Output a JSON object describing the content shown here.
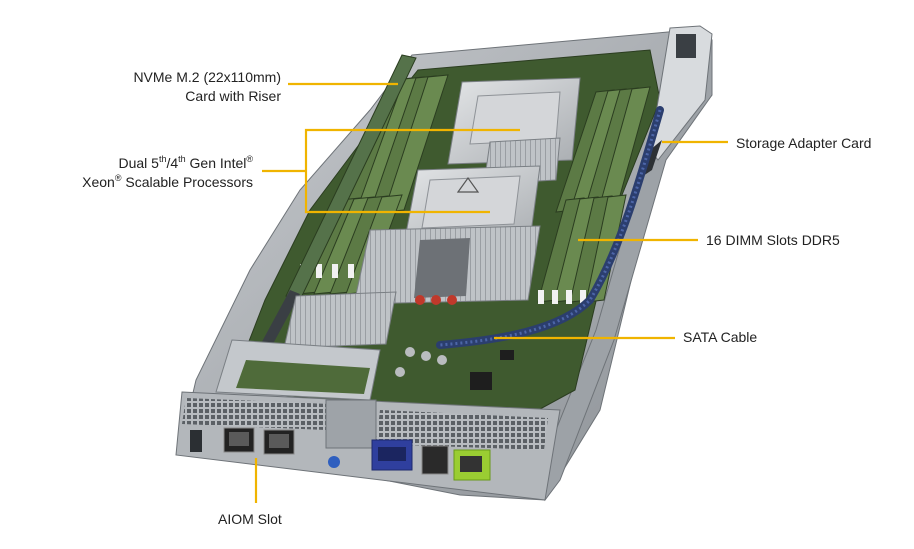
{
  "figure": {
    "labels": {
      "nvme_line1": "NVMe M.2 (22x110mm)",
      "nvme_line2": "Card with Riser",
      "cpu_line1_a": "Dual 5",
      "cpu_line1_sup1": "th",
      "cpu_line1_b": "/4",
      "cpu_line1_sup2": "th",
      "cpu_line1_c": " Gen Intel",
      "cpu_line1_reg": "®",
      "cpu_line2_a": "Xeon",
      "cpu_line2_reg": "®",
      "cpu_line2_b": " Scalable Processors",
      "storage": "Storage Adapter Card",
      "dimm": "16 DIMM Slots DDR5",
      "sata": "SATA Cable",
      "aiom": "AIOM Slot"
    },
    "colors": {
      "leader": "#f0b400",
      "chassis": "#a9adb2",
      "chassis_dark": "#6e7378",
      "pcb": "#3f5a2f",
      "dimm": "#5c7a45",
      "heatsink": "#bfc3c7",
      "vga": "#2f3f9e",
      "lan": "#9acd32"
    }
  }
}
